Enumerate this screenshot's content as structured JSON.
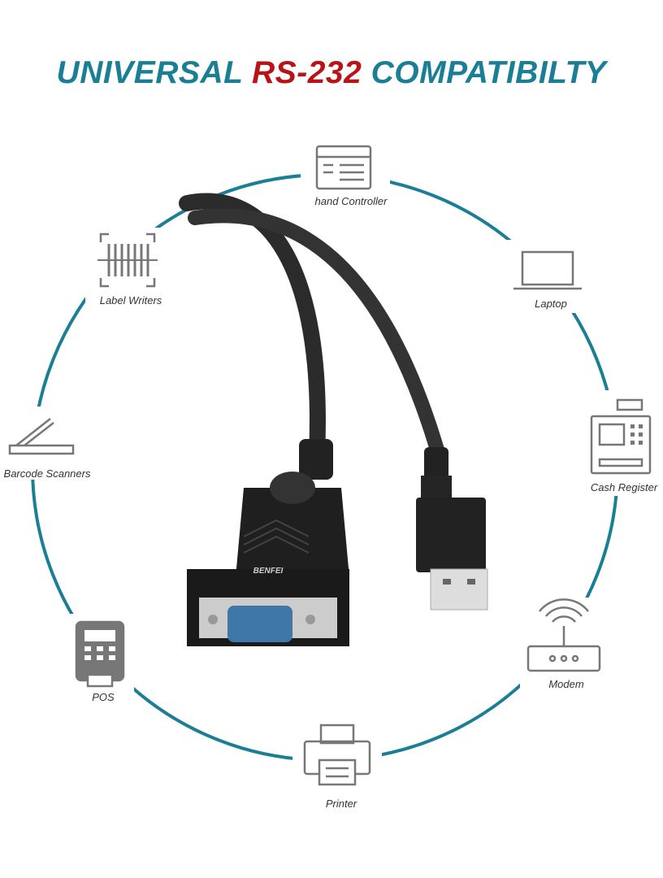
{
  "title": {
    "part1": "UNIVERSAL",
    "part2": "RS-232",
    "part3": "COMPATIBILTY"
  },
  "colors": {
    "teal": "#1a7f95",
    "red": "#b81418",
    "icon_gray": "#777777",
    "cable": "#2b2b2b"
  },
  "devices": [
    {
      "label": "hand Controller",
      "icon": "hand-controller-icon"
    },
    {
      "label": "Laptop",
      "icon": "laptop-icon"
    },
    {
      "label": "Cash Register",
      "icon": "cash-register-icon"
    },
    {
      "label": "Modem",
      "icon": "modem-icon"
    },
    {
      "label": "Printer",
      "icon": "printer-icon"
    },
    {
      "label": "POS",
      "icon": "pos-icon"
    },
    {
      "label": "Barcode Scanners",
      "icon": "barcode-scanner-icon"
    },
    {
      "label": "Label Writers",
      "icon": "label-writer-icon"
    }
  ],
  "product": {
    "brand": "BENFEI"
  }
}
